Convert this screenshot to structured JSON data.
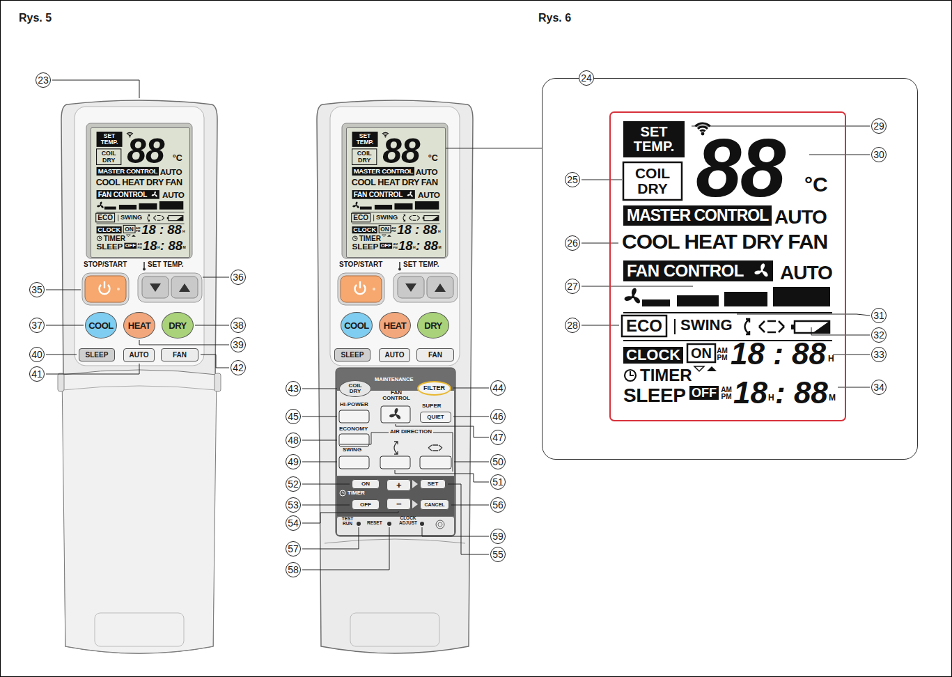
{
  "diagram": {
    "nodes": [
      {
        "text": [
          "SET TEMP.",
          "COIL DRY",
          "88",
          "°C",
          "MASTER CONTROL",
          "AUTO",
          "COOL HEAT DRY FAN",
          "FAN CONTROL",
          "AUTO",
          "ECO",
          "SWING",
          "CLOCK",
          "ON",
          "AM PM",
          "18 : 88",
          "H",
          "TIMER",
          "SLEEP",
          "OFF",
          "AM PM",
          "18",
          "H",
          ": 88",
          "M"
        ]
      },
      {
        "text": [
          "COOL"
        ]
      },
      {
        "text": [
          "HEAT"
        ]
      },
      {
        "text": [
          "DRY"
        ]
      },
      {
        "text": [
          "SLEEP"
        ]
      },
      {
        "text": [
          "AUTO"
        ]
      },
      {
        "text": [
          "FAN"
        ]
      },
      {
        "text": [
          "SET TEMP.",
          "COIL DRY",
          "88",
          "°C",
          "MASTER CONTROL",
          "AUTO",
          "COOL HEAT DRY FAN",
          "FAN CONTROL",
          "AUTO",
          "ECO",
          "SWING",
          "CLOCK",
          "ON",
          "AM PM",
          "18 : 88",
          "H",
          "TIMER",
          "SLEEP",
          "OFF",
          "AM PM",
          "18",
          "H",
          ": 88",
          "M"
        ]
      },
      {
        "text": [
          "COOL"
        ]
      },
      {
        "text": [
          "HEAT"
        ]
      },
      {
        "text": [
          "DRY"
        ]
      },
      {
        "text": [
          "SLEEP"
        ]
      },
      {
        "text": [
          "AUTO"
        ]
      },
      {
        "text": [
          "FAN"
        ]
      },
      {
        "text": [
          "COIL DRY"
        ]
      },
      {
        "text": [
          "FILTER"
        ]
      },
      {
        "text": [
          "QUIET"
        ]
      },
      {
        "text": [
          "ON"
        ]
      },
      {
        "text": [
          "+"
        ]
      },
      {
        "text": [
          "SET"
        ]
      },
      {
        "text": [
          "OFF"
        ]
      },
      {
        "text": [
          "−"
        ]
      },
      {
        "text": [
          "CANCEL"
        ]
      },
      {
        "text": [
          "24"
        ]
      },
      {
        "text": [
          "SET TEMP.",
          "COIL DRY",
          "88",
          "°C",
          "MASTER CONTROL",
          "AUTO",
          "COOL HEAT DRY FAN",
          "FAN CONTROL",
          "AUTO",
          "ECO",
          "SWING",
          "CLOCK",
          "ON",
          "AM PM",
          "18 : 88",
          "H",
          "TIMER",
          "SLEEP",
          "OFF",
          "AM PM",
          "18",
          "H",
          ": 88",
          "M"
        ],
        "in": 23
      }
    ],
    "edges": [
      {
        "from": 7,
        "to": 23,
        "arrow": "none"
      }
    ],
    "labels": [
      "Rys. 5",
      "Rys. 6",
      "23",
      "STOP/START",
      "SET TEMP.",
      "35",
      "36",
      "37",
      "38",
      "39",
      "40",
      "41",
      "42",
      "STOP/START",
      "SET TEMP.",
      "MAINTENANCE",
      "HI-POWER",
      "FAN CONTROL",
      "SUPER",
      "ECONOMY",
      "AIR DIRECTION",
      "SWING",
      "TIMER",
      "TEST RUN",
      "RESET",
      "CLOCK ADJUST",
      "43",
      "44",
      "45",
      "46",
      "47",
      "48",
      "49",
      "50",
      "51",
      "52",
      "53",
      "54",
      "55",
      "56",
      "57",
      "58",
      "59",
      "25",
      "26",
      "27",
      "28",
      "29",
      "30",
      "31",
      "32",
      "33",
      "34"
    ]
  }
}
